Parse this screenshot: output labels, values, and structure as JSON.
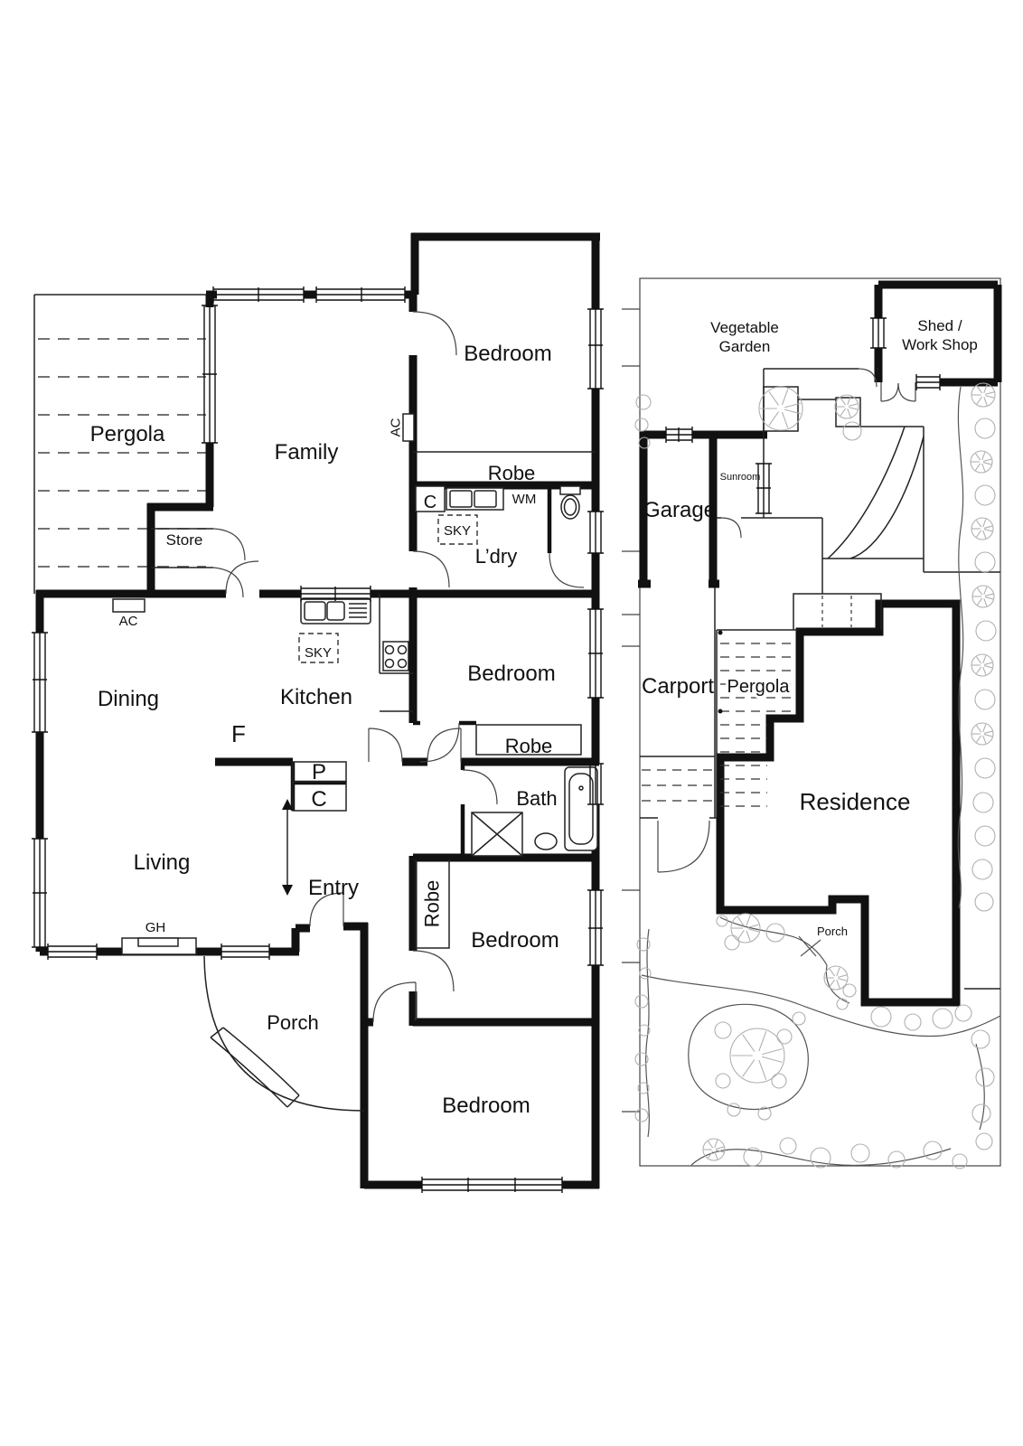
{
  "floor_plan": {
    "labels": {
      "pergola": "Pergola",
      "family": "Family",
      "bedroom_top": "Bedroom",
      "robe_top": "Robe",
      "store": "Store",
      "ac_family": "AC",
      "ac_rear": "AC",
      "cupboard_laundry": "C",
      "washing_machine": "WM",
      "skylight_laundry": "SKY",
      "laundry": "L’dry",
      "dining": "Dining",
      "skylight_kitchen": "SKY",
      "kitchen": "Kitchen",
      "fridge": "F",
      "bedroom_middle": "Bedroom",
      "robe_middle": "Robe",
      "bath": "Bath",
      "pantry": "P",
      "cupboard_hall": "C",
      "living": "Living",
      "entry": "Entry",
      "gas_heater": "GH",
      "porch": "Porch",
      "robe_rear": "Robe",
      "bedroom_rear": "Bedroom",
      "bedroom_front": "Bedroom"
    }
  },
  "site_plan": {
    "labels": {
      "vegetable_garden_line1": "Vegetable",
      "vegetable_garden_line2": "Garden",
      "shed_line1": "Shed /",
      "shed_line2": "Work Shop",
      "garage": "Garage",
      "sunroom": "Sunroom",
      "carport": "Carport",
      "pergola": "Pergola",
      "residence": "Residence",
      "porch": "Porch"
    }
  },
  "colors": {
    "walls": "#111111",
    "thin_lines": "#222222",
    "vegetation": "#b0b0b0",
    "background": "#ffffff"
  }
}
